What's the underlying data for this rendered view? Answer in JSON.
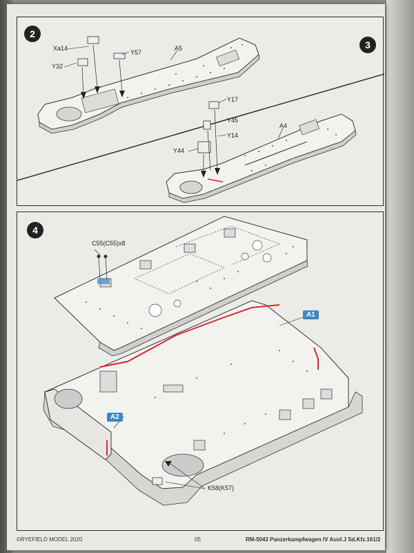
{
  "steps": {
    "s2": "2",
    "s3": "3",
    "s4": "4"
  },
  "parts_step2": {
    "xa14": "Xa14",
    "y57": "Y57",
    "y32": "Y32",
    "a5": "A5"
  },
  "parts_step3": {
    "y17": "Y17",
    "y45": "Y45",
    "y14": "Y14",
    "y44": "Y44",
    "a4": "A4"
  },
  "parts_step4": {
    "c55": "C55(C55)x8",
    "a1": "A1",
    "a2": "A2",
    "k58": "K58(K57)"
  },
  "footer": {
    "copyright": "©RYEFIELD MODEL 2020",
    "page": "05",
    "model": "RM-5043 Panzerkampfwagen IV Ausf.J Sd.Kfz.161/2"
  },
  "colors": {
    "tag_blue": "#3d87c4",
    "red_line": "#d9262a"
  }
}
